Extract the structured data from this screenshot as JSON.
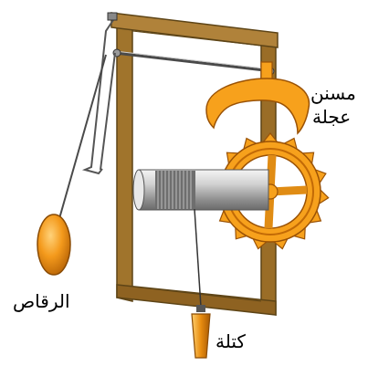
{
  "labels": {
    "escapement_wheel_line1": "مسنن",
    "escapement_wheel_line2": "عجلة",
    "pendulum": "الرقاص",
    "weight": "كتلة"
  },
  "colors": {
    "frame": "#a0742c",
    "frame_shadow": "#5d4416",
    "gear": "#f7a11c",
    "gear_dark": "#c26a06",
    "drum": "#bcbcbc",
    "pendulum_bob": "#f49a1c",
    "weight": "#e88c0f"
  }
}
